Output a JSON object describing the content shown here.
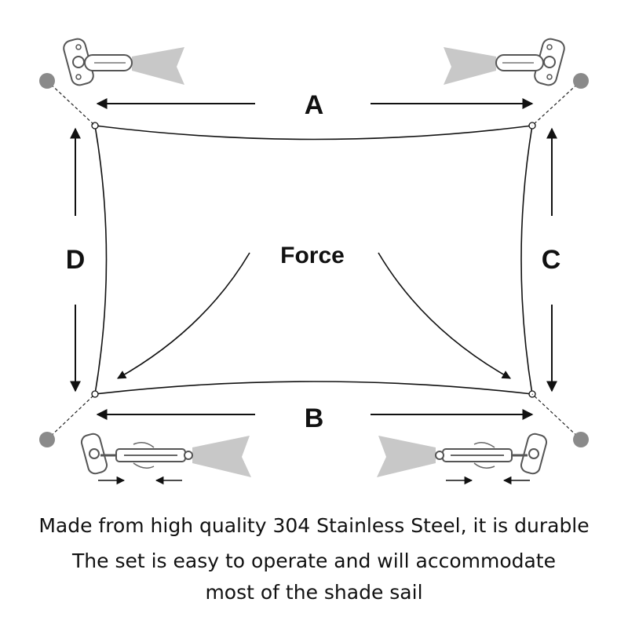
{
  "labels": {
    "top": "A",
    "bottom": "B",
    "right": "C",
    "left": "D",
    "center": "Force"
  },
  "caption": {
    "line1": "Made from high quality 304 Stainless Steel, it is durable",
    "line2": "The set is easy to operate and will accommodate",
    "line3": "most of the shade sail"
  },
  "icons": {
    "top_hardware": "carabiner-pad-eye-icon",
    "bottom_hardware": "turnbuckle-pad-eye-icon",
    "anchor": "anchor-post-icon"
  },
  "colors": {
    "line": "#111111",
    "anchor": "#8a8a8a",
    "sail_shadow": "#c8c8c8",
    "hardware": "#555555"
  }
}
